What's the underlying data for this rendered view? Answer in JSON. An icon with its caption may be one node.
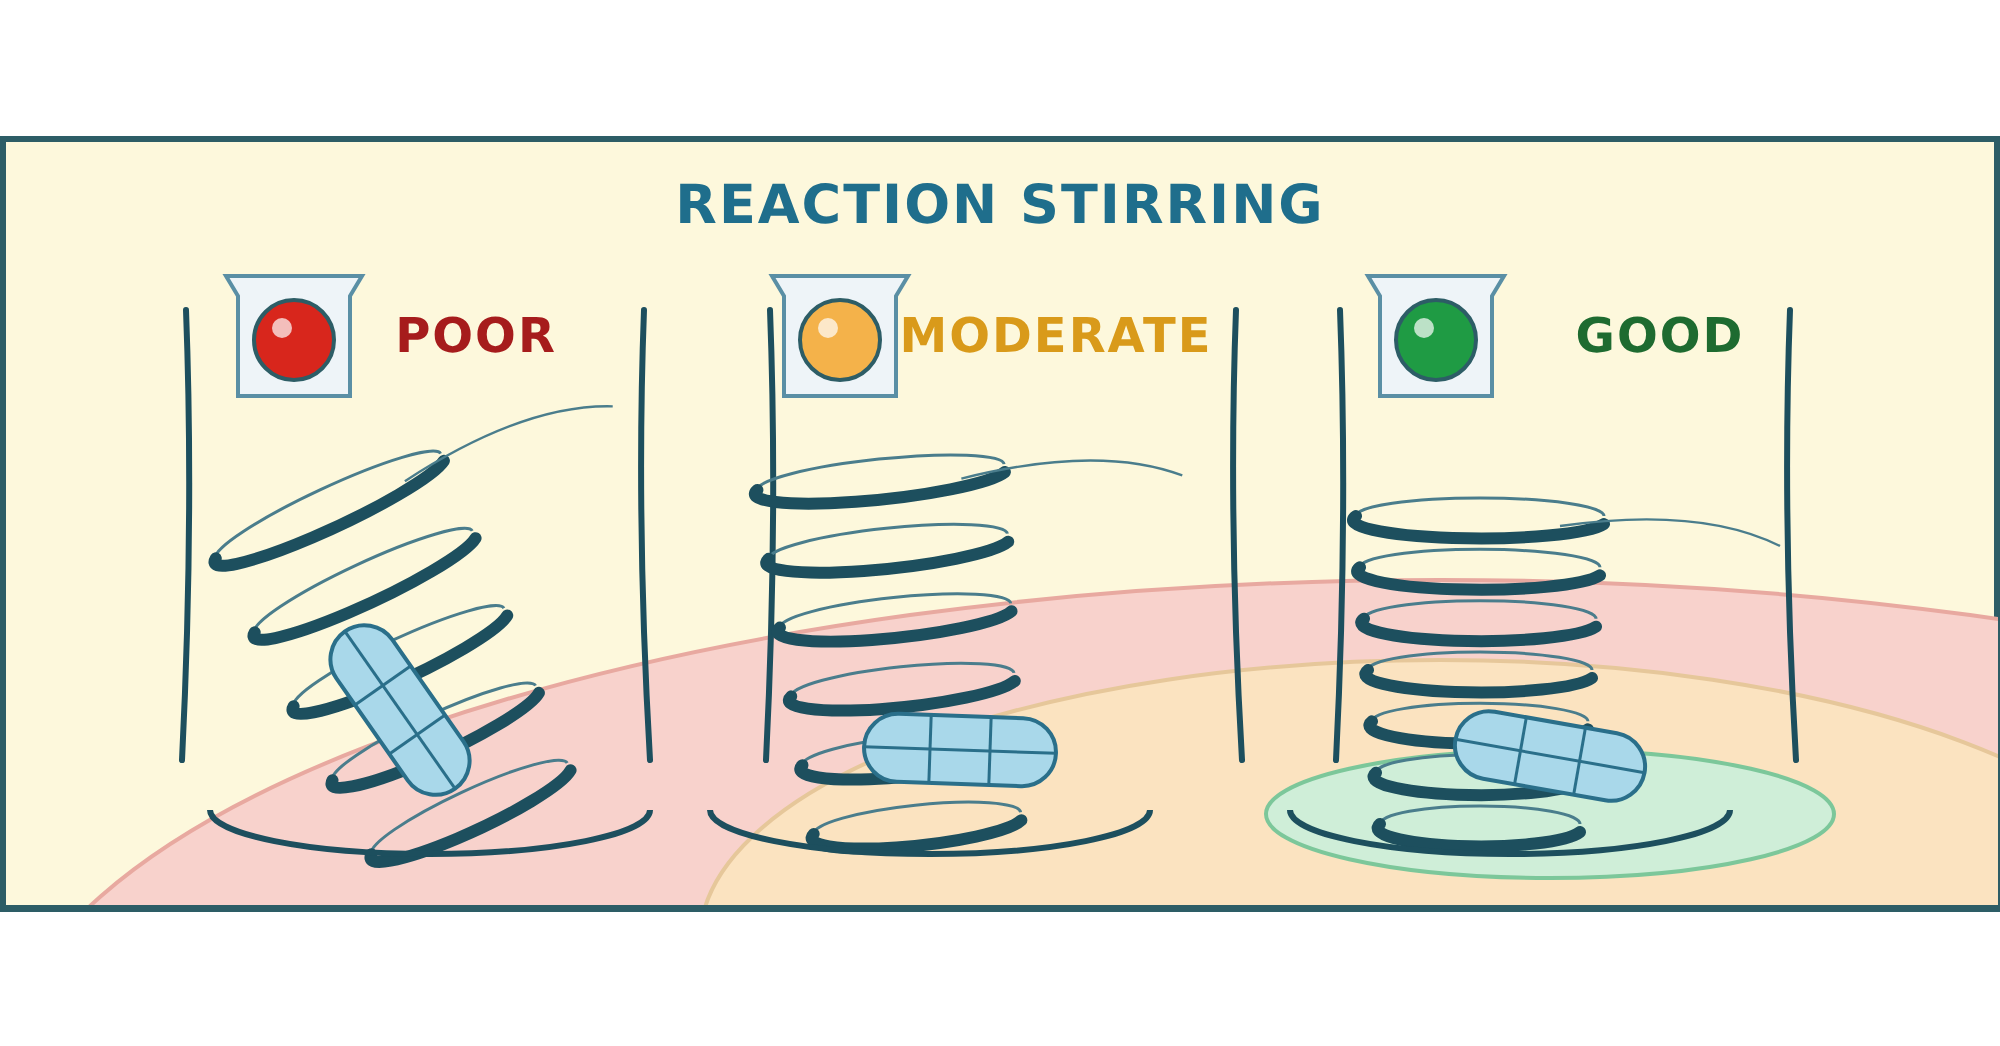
{
  "diagram": {
    "title": "REACTION STIRRING",
    "labels": [
      "POOR",
      "MODERATE",
      "GOOD"
    ]
  }
}
